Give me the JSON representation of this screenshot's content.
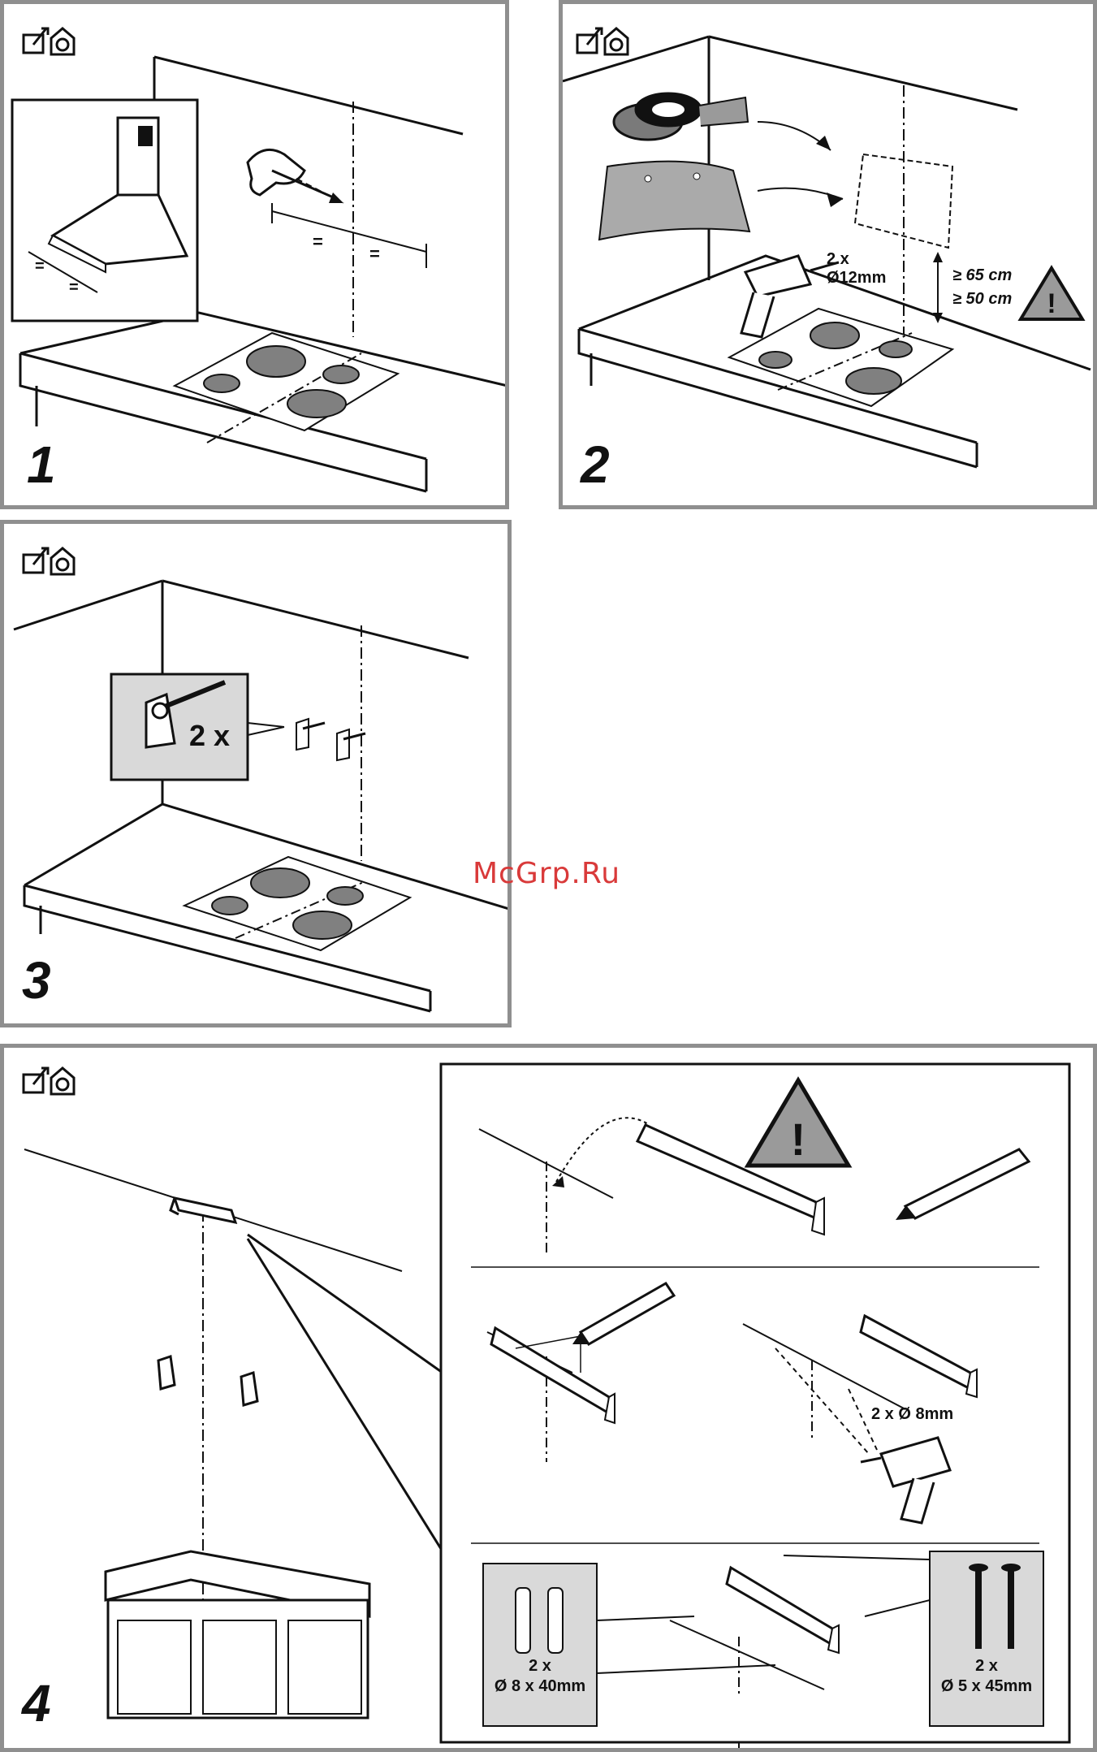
{
  "watermark": "McGrp.Ru",
  "steps": [
    {
      "number": "1",
      "labels": {
        "eq1": "=",
        "eq2": "=",
        "eq3": "=",
        "eq4": "="
      }
    },
    {
      "number": "2",
      "drill_count": "2 x",
      "drill_size": "Ø12mm",
      "height_gas": "≥ 65 cm",
      "height_electric": "≥ 50 cm"
    },
    {
      "number": "3",
      "hooks": "2 x"
    },
    {
      "number": "4",
      "drill": "2 x Ø 8mm",
      "plugs_count": "2 x",
      "plugs_size": "Ø 8 x 40mm",
      "screws_count": "2 x",
      "screws_size": "Ø 5 x 45mm"
    }
  ],
  "colors": {
    "border": "#8f8f8f",
    "inset": "#d9d9d9",
    "burner": "#808080",
    "watermark": "#d93a3a"
  },
  "icons": [
    "installer-icon",
    "house-tool-icon",
    "warning-icon",
    "drill-icon",
    "pencil-icon",
    "tape-icon"
  ]
}
